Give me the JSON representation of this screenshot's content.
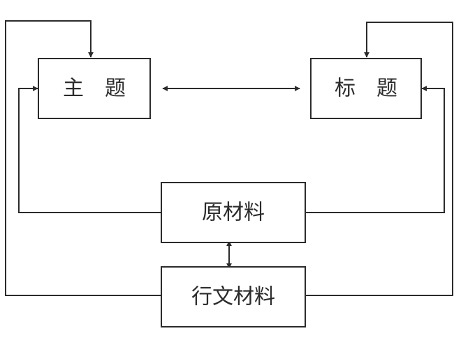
{
  "nodes": {
    "theme": "主　题",
    "title": "标　题",
    "source_material": "原材料",
    "writing_material": "行文材料"
  }
}
